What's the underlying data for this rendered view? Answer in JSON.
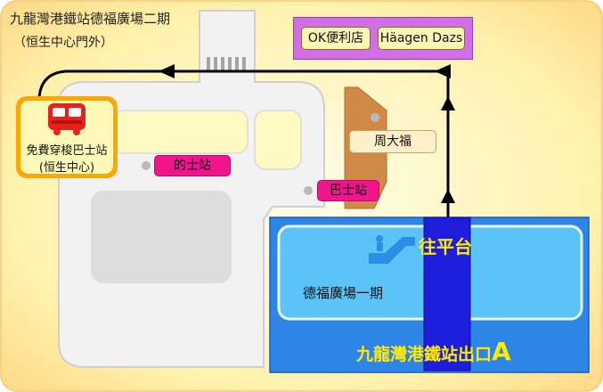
{
  "map": {
    "title": "九龍灣港鐵站德福廣場二期",
    "subtitle": "（恒生中心門外）",
    "legend": {
      "ok_store": "OK便利店",
      "haagen_dazs": "Häagen Dazs"
    },
    "bus_station": {
      "name": "免費穿梭巴士站",
      "location": "(恒生中心)"
    },
    "labels": {
      "taxi_stand": "的士站",
      "bus_stop": "巴士站",
      "chow_tai_fook": "周大福",
      "to_platform": "往平台",
      "telford_plaza_1": "德福廣場一期",
      "exit_a": "九龍灣港鐵站出口",
      "exit_letter": "A"
    },
    "icons": [
      "bus-icon",
      "escalator-icon",
      "arrow-icon"
    ],
    "colors": {
      "background_gradient": "#fff7bf",
      "building": "#f2f2f2",
      "station_blue": "#2d86e6",
      "station_light": "#5bc3f8",
      "corridor": "#1d1ddb",
      "pink_label": "#f0158a",
      "bus_orange": "#ffa600",
      "legend_purple": "#d26ee8",
      "exit_text": "#ffea00",
      "shop_brown": "#d08a48"
    }
  }
}
